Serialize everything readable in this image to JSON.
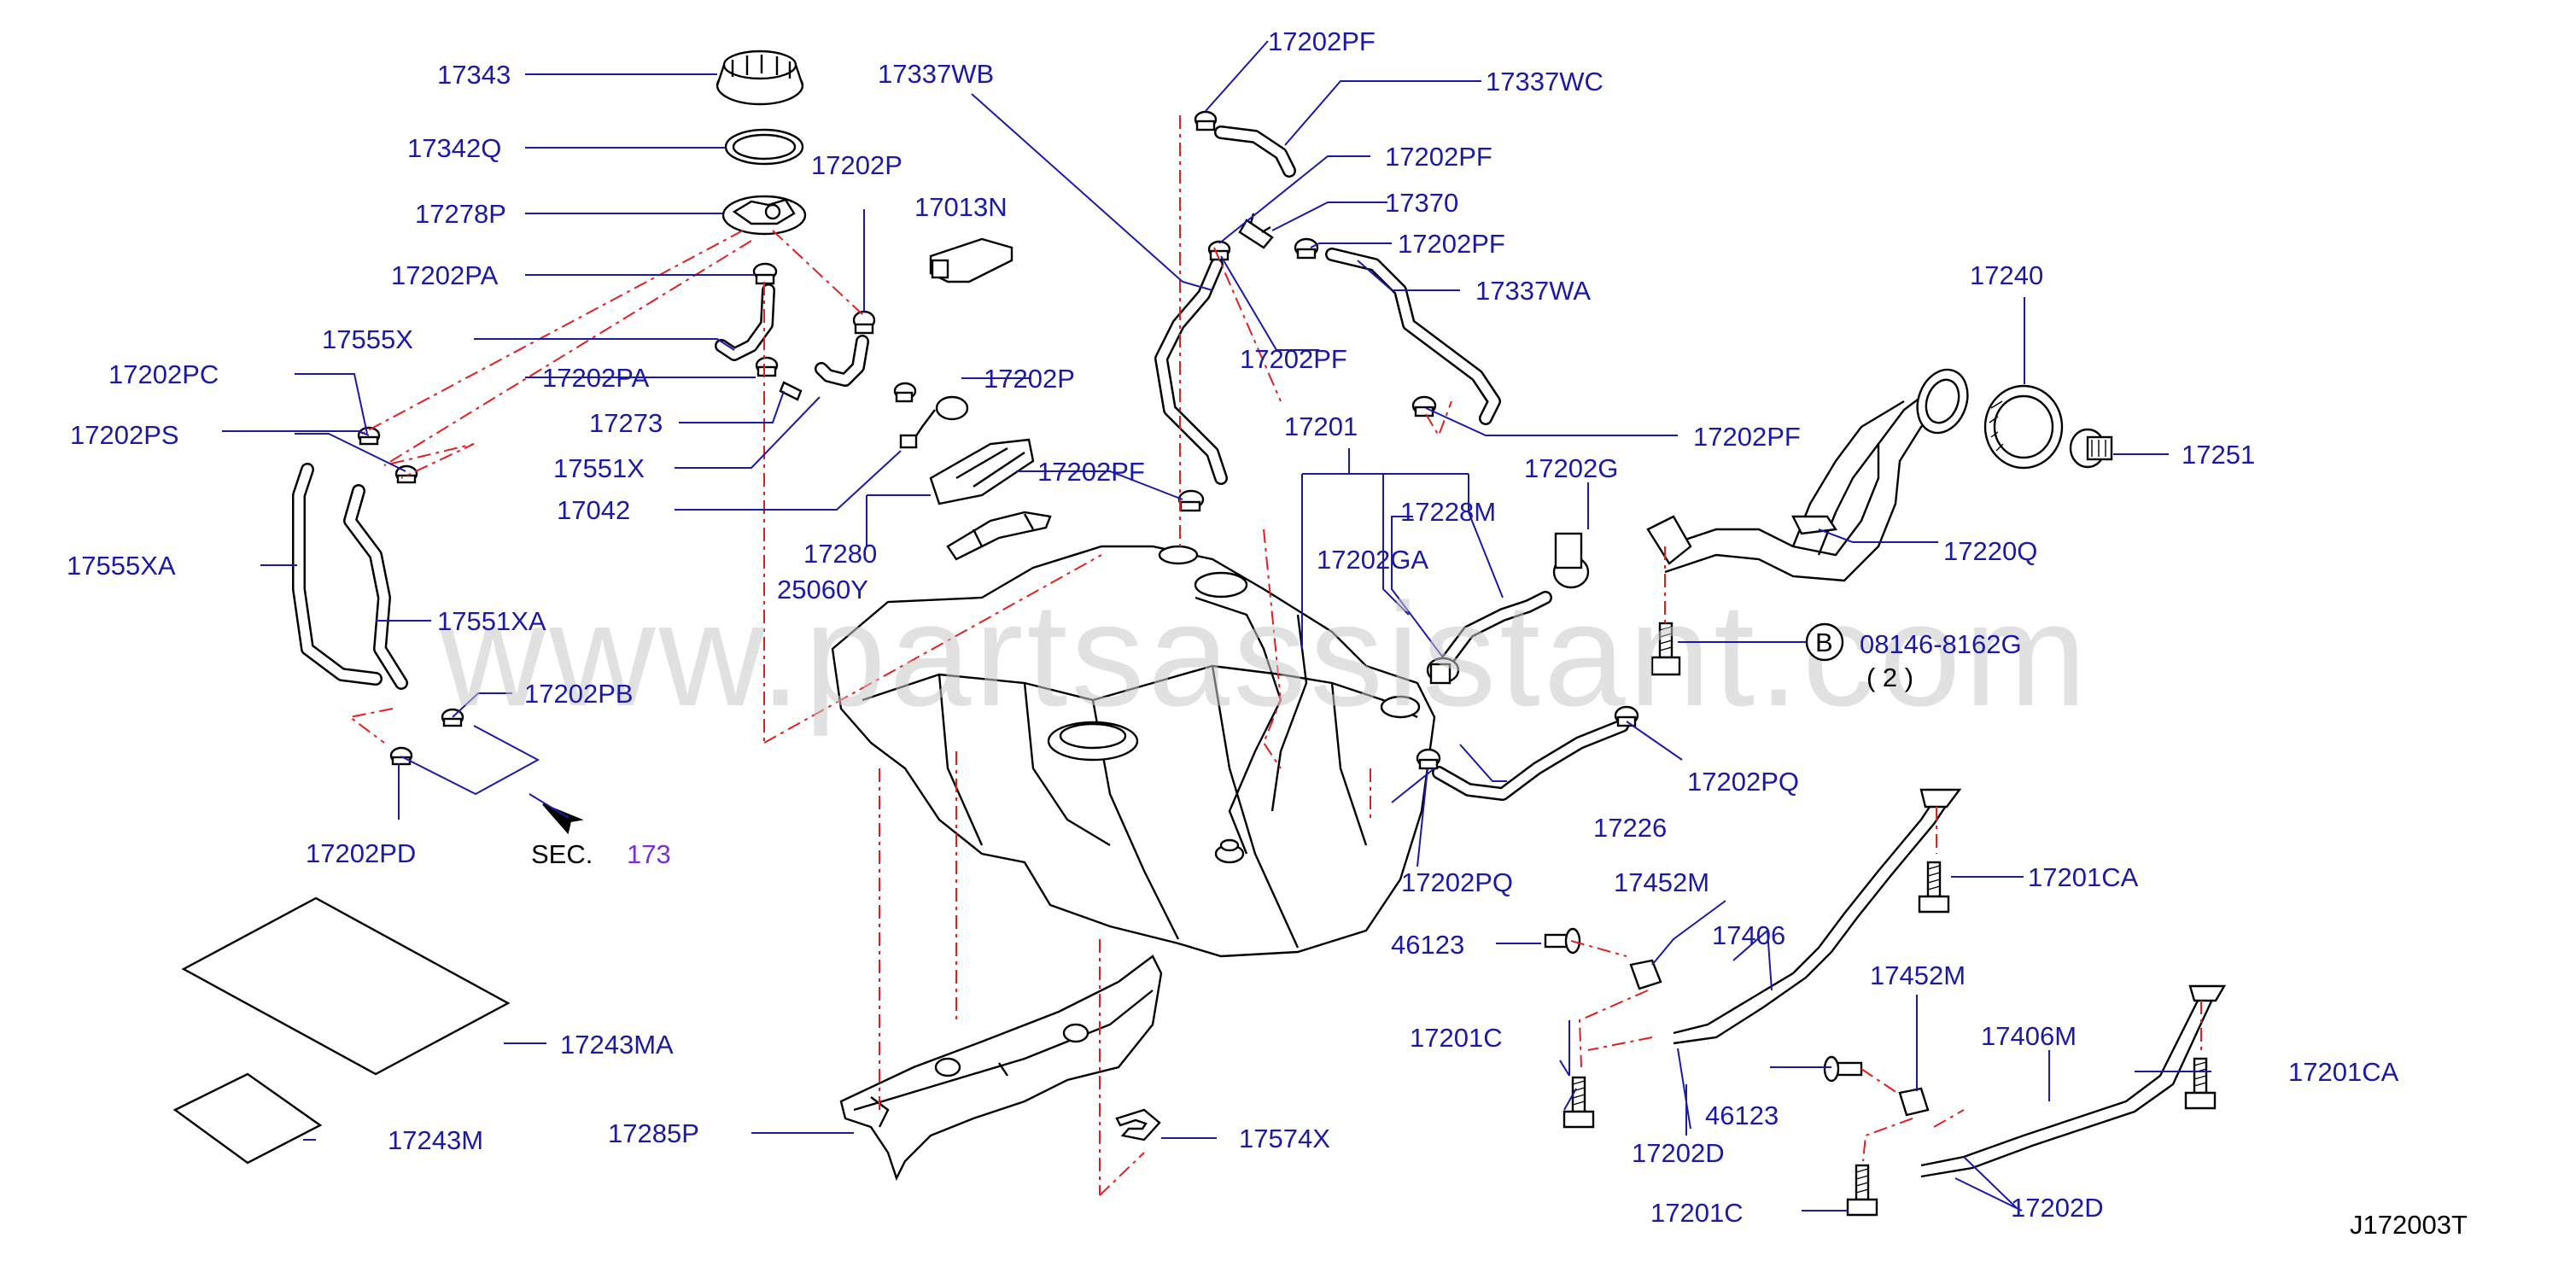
{
  "diagram_code": "J172003T",
  "watermark": "www.partsassistant.com",
  "section_ref": {
    "prefix": "SEC.",
    "number": "173"
  },
  "bolt_callout": {
    "letter": "B",
    "part": "08146-8162G",
    "qty": "( 2 )"
  },
  "labels": {
    "p17343": "17343",
    "p17342Q": "17342Q",
    "p17278P": "17278P",
    "p17202PA_1": "17202PA",
    "p17555X": "17555X",
    "p17202PC": "17202PC",
    "p17202PA_2": "17202PA",
    "p17273": "17273",
    "p17202PS": "17202PS",
    "p17551X": "17551X",
    "p17042": "17042",
    "p17555XA": "17555XA",
    "p17551XA": "17551XA",
    "p17202PB": "17202PB",
    "p17202PD": "17202PD",
    "p17202P_1": "17202P",
    "p17013N": "17013N",
    "p17202P_2": "17202P",
    "p17337WB": "17337WB",
    "p17202PF_L": "17202PF",
    "p17280": "17280",
    "p25060Y": "25060Y",
    "p17202PF_1": "17202PF",
    "p17337WC": "17337WC",
    "p17202PF_2": "17202PF",
    "p17370": "17370",
    "p17202PF_3": "17202PF",
    "p17337WA": "17337WA",
    "p17202PF_4": "17202PF",
    "p17202PF_5": "17202PF",
    "p17201": "17201",
    "p17228M": "17228M",
    "p17202GA": "17202GA",
    "p17202G": "17202G",
    "p17240": "17240",
    "p17251": "17251",
    "p17220Q": "17220Q",
    "p17202PQ_1": "17202PQ",
    "p17226": "17226",
    "p17202PQ_2": "17202PQ",
    "p17452M_1": "17452M",
    "p17406": "17406",
    "p17201CA_1": "17201CA",
    "p46123_1": "46123",
    "p17201C_1": "17201C",
    "p17202D_1": "17202D",
    "p17452M_2": "17452M",
    "p17406M": "17406M",
    "p17201CA_2": "17201CA",
    "p46123_2": "46123",
    "p17201C_2": "17201C",
    "p17202D_2": "17202D",
    "p17243MA": "17243MA",
    "p17243M": "17243M",
    "p17285P": "17285P",
    "p17574X": "17574X"
  }
}
